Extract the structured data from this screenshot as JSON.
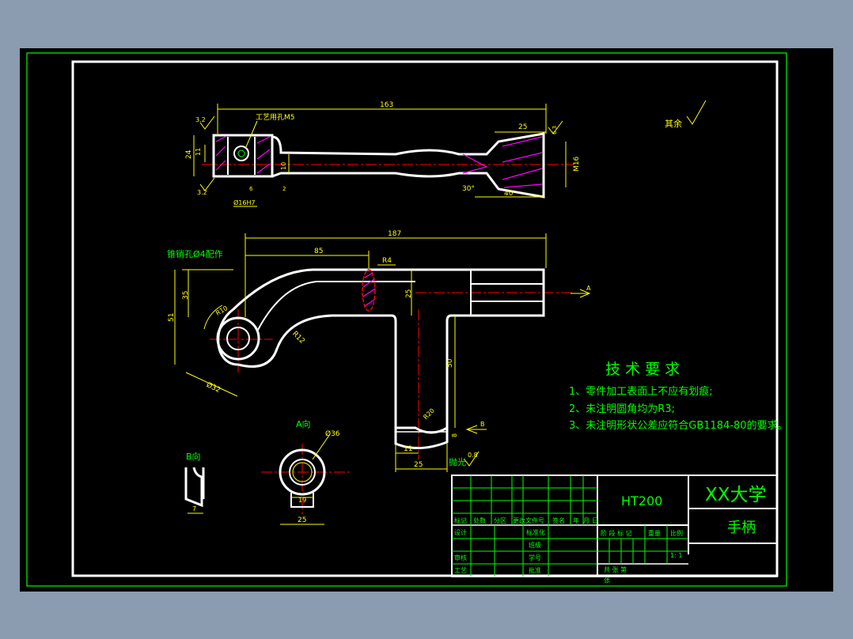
{
  "colors": {
    "background": "#000000",
    "outer_frame": "#00ff00",
    "drawing_border": "#ffffff",
    "dimension": "#ffff00",
    "outline": "#ffffff",
    "centerline": "#ff0000",
    "hatch": "#ff00ff",
    "text": "#00ff00",
    "title_grid": "#00ff00",
    "note_text": "#00ff00"
  },
  "top_view": {
    "dim_total": "163",
    "dim_right_flange": "25",
    "dim_left_height": "24",
    "dim_left_inner": "11",
    "dim_shaft": "10",
    "dim_bore": "Ø16H7",
    "dim_thread": "M16",
    "dim_bottom_right": "40",
    "angle": "30°",
    "roughness_left_top": "3.2",
    "roughness_left_bottom": "3.2",
    "roughness_right": "6.3",
    "label_process_hole": "工艺用孔M5",
    "small_dim_left": "6",
    "small_dim_shaft_bottom": "2"
  },
  "front_view": {
    "dim_total": "187",
    "dim_85": "85",
    "dim_r4": "R4",
    "dim_35": "35",
    "dim_51": "51",
    "dim_25": "25",
    "dim_r12": "R12",
    "dim_r10": "R10",
    "dim_r20": "R20",
    "dim_d32": "Ø32",
    "dim_50": "50",
    "dim_11": "11",
    "dim_bottom_25": "25",
    "dim_8": "8",
    "label_pin_hole": "锥销孔Ø4配作",
    "view_arrow_a": "A",
    "view_arrow_b": "B",
    "label_polish": "抛光",
    "roughness_polish": "0.8"
  },
  "view_a": {
    "title": "A向",
    "dim_diameter": "Ø36",
    "dim_19": "19",
    "dim_25": "25"
  },
  "view_b": {
    "title": "B向",
    "dim_7": "7"
  },
  "roughness_other": "其余",
  "tech_requirements": {
    "heading": "技 术 要 求",
    "items": [
      "1、零件加工表面上不应有划痕;",
      "2、未注明圆角均为R3;",
      "3、未注明形状公差应符合GB1184-80的要求。"
    ]
  },
  "title_block": {
    "material": "HT200",
    "school": "XX大学",
    "part_name": "手柄",
    "rev_headers": [
      "标记",
      "处数",
      "分区",
      "更改文件号",
      "签名",
      "年",
      "月",
      "日"
    ],
    "row_design": "设计",
    "row_standard": "标准化",
    "row_class": "班级",
    "row_review": "审核",
    "row_student_no": "学号",
    "row_process": "工艺",
    "row_approve": "批准",
    "stage_headers": [
      "阶 段 标 记",
      "重量",
      "比例"
    ],
    "scale": "1: 1",
    "sheets": "共    张    第",
    "sheets_tail": "张"
  }
}
